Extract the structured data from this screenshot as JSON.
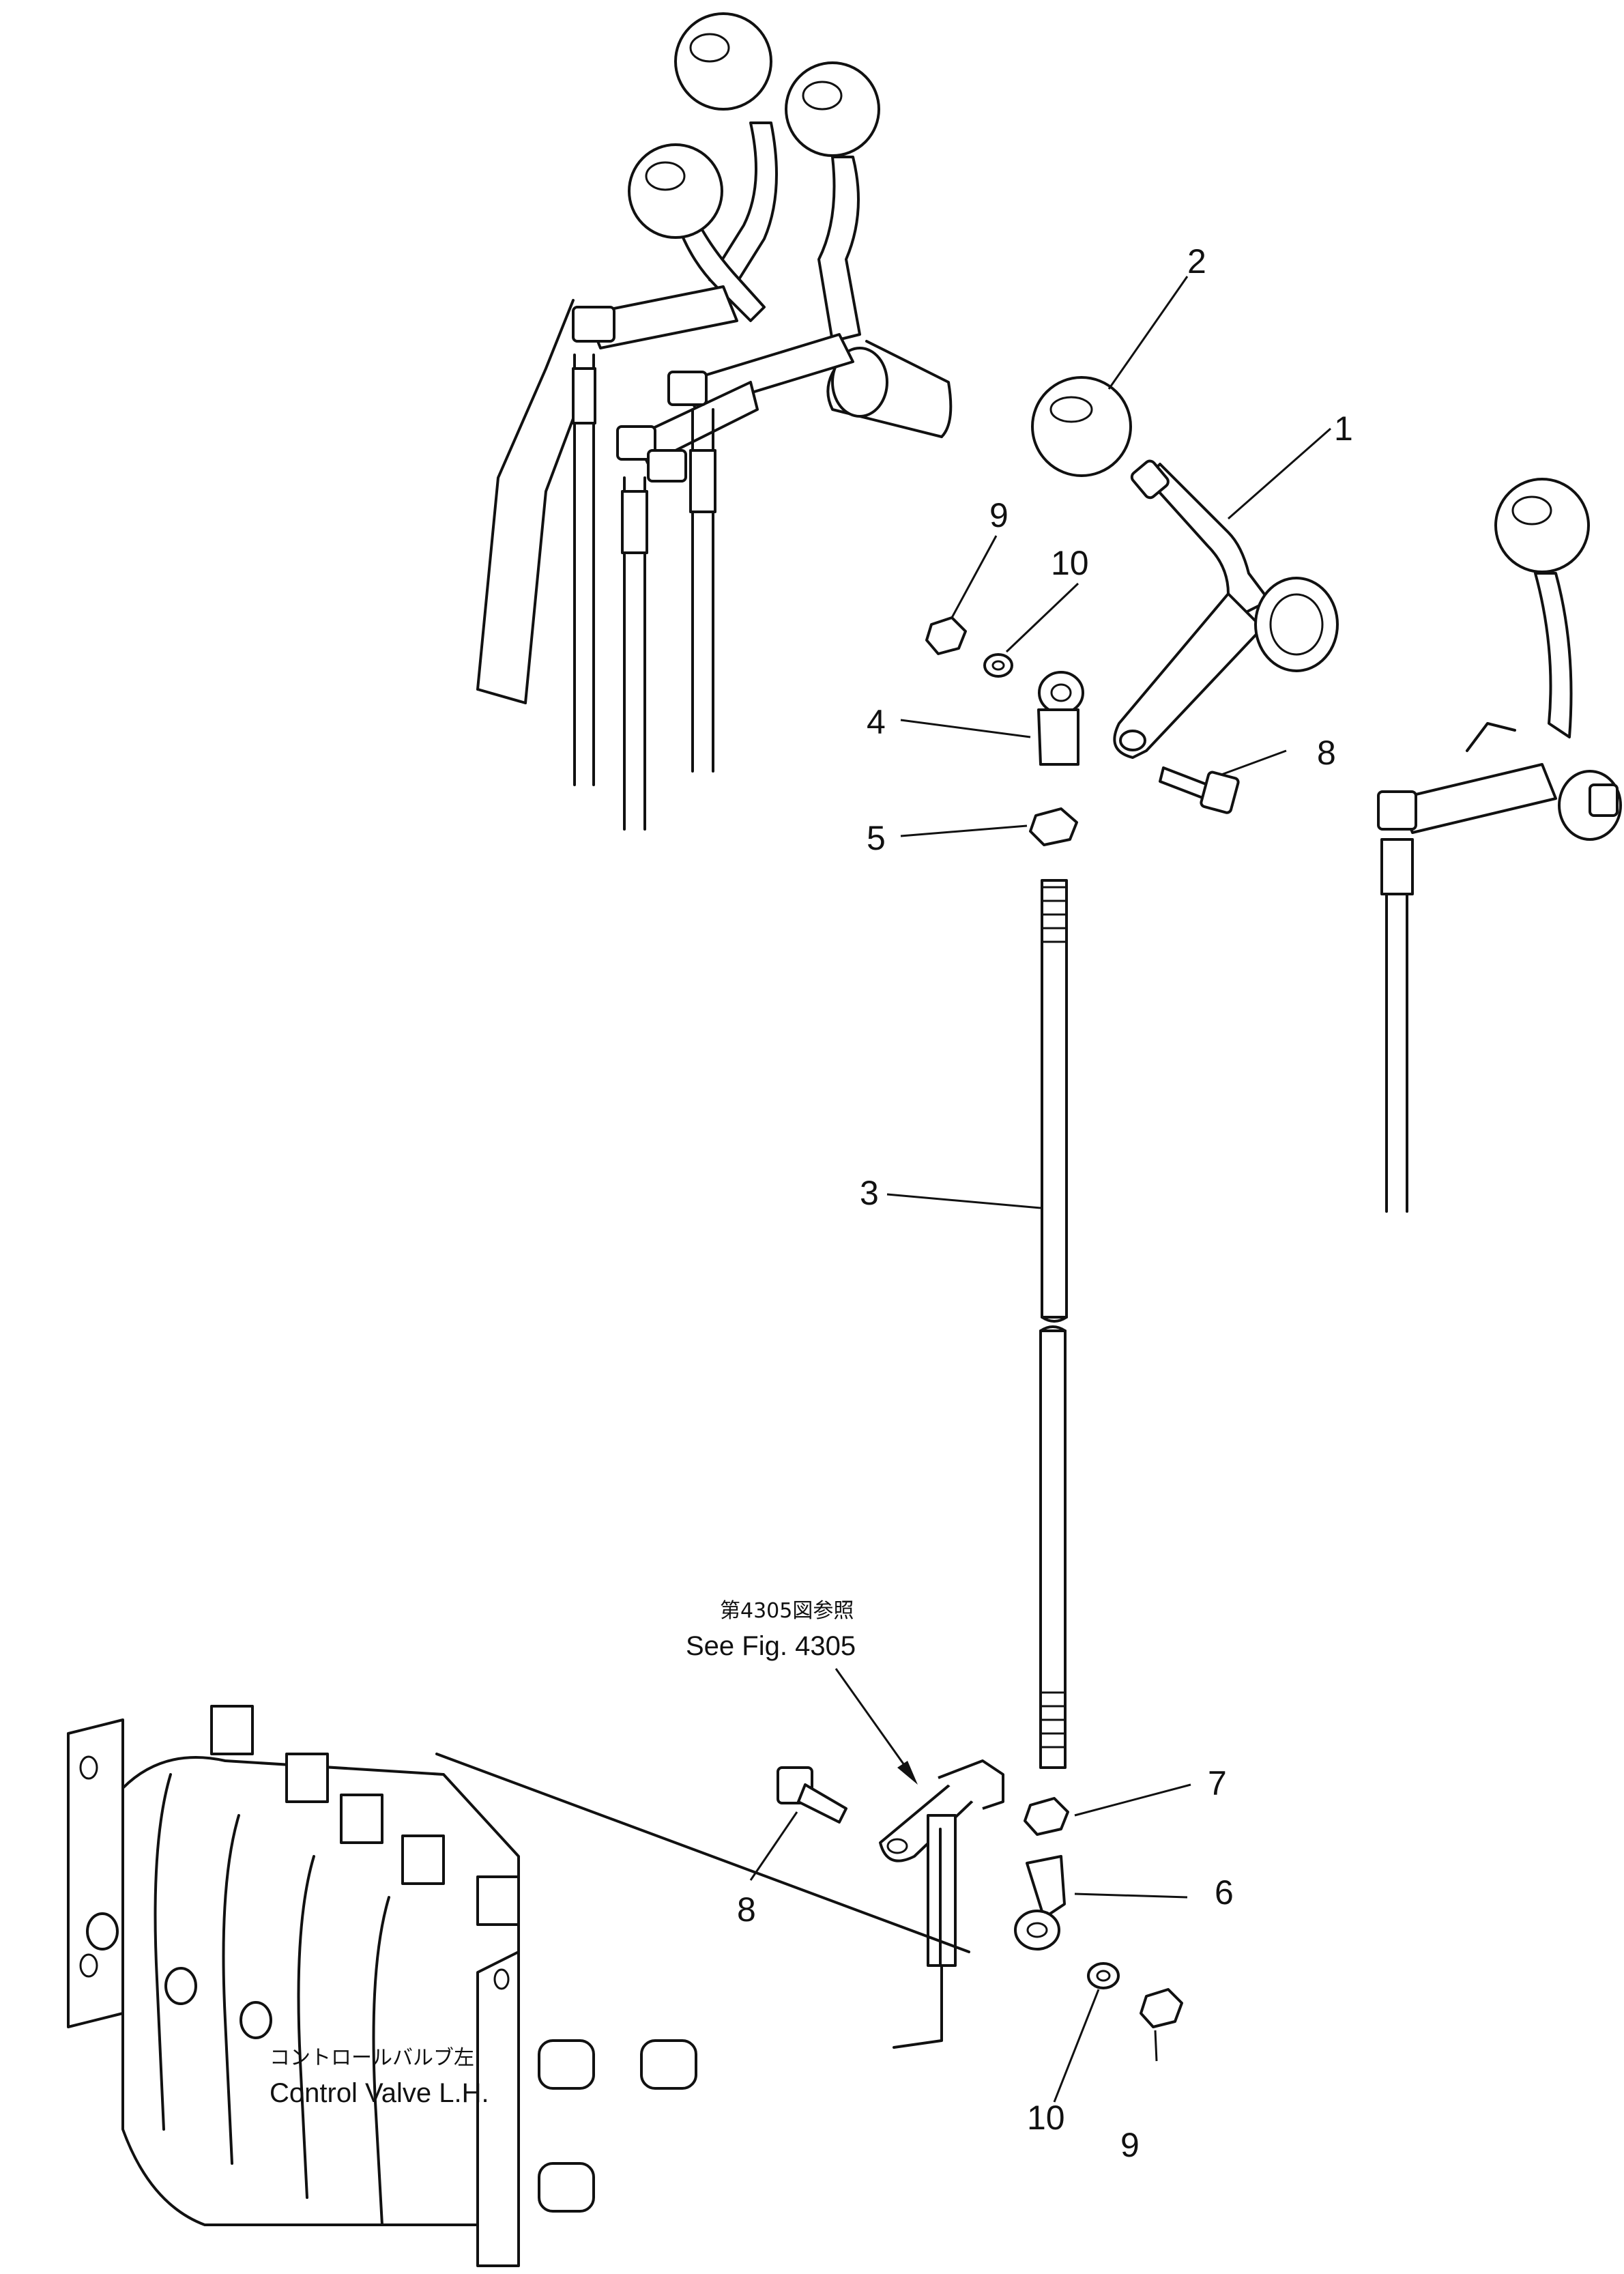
{
  "callouts": [
    {
      "id": "c1",
      "label": "1"
    },
    {
      "id": "c2",
      "label": "2"
    },
    {
      "id": "c3",
      "label": "3"
    },
    {
      "id": "c4",
      "label": "4"
    },
    {
      "id": "c5",
      "label": "5"
    },
    {
      "id": "c6",
      "label": "6"
    },
    {
      "id": "c7",
      "label": "7"
    },
    {
      "id": "c8a",
      "label": "8"
    },
    {
      "id": "c8b",
      "label": "8"
    },
    {
      "id": "c9a",
      "label": "9"
    },
    {
      "id": "c9b",
      "label": "9"
    },
    {
      "id": "c10a",
      "label": "10"
    },
    {
      "id": "c10b",
      "label": "10"
    }
  ],
  "notes": {
    "see_fig_jp": "第4305図参照",
    "see_fig_en": "See Fig. 4305",
    "control_valve_jp": "コントロールバルブ左",
    "control_valve_en": "Control Valve L.H."
  }
}
